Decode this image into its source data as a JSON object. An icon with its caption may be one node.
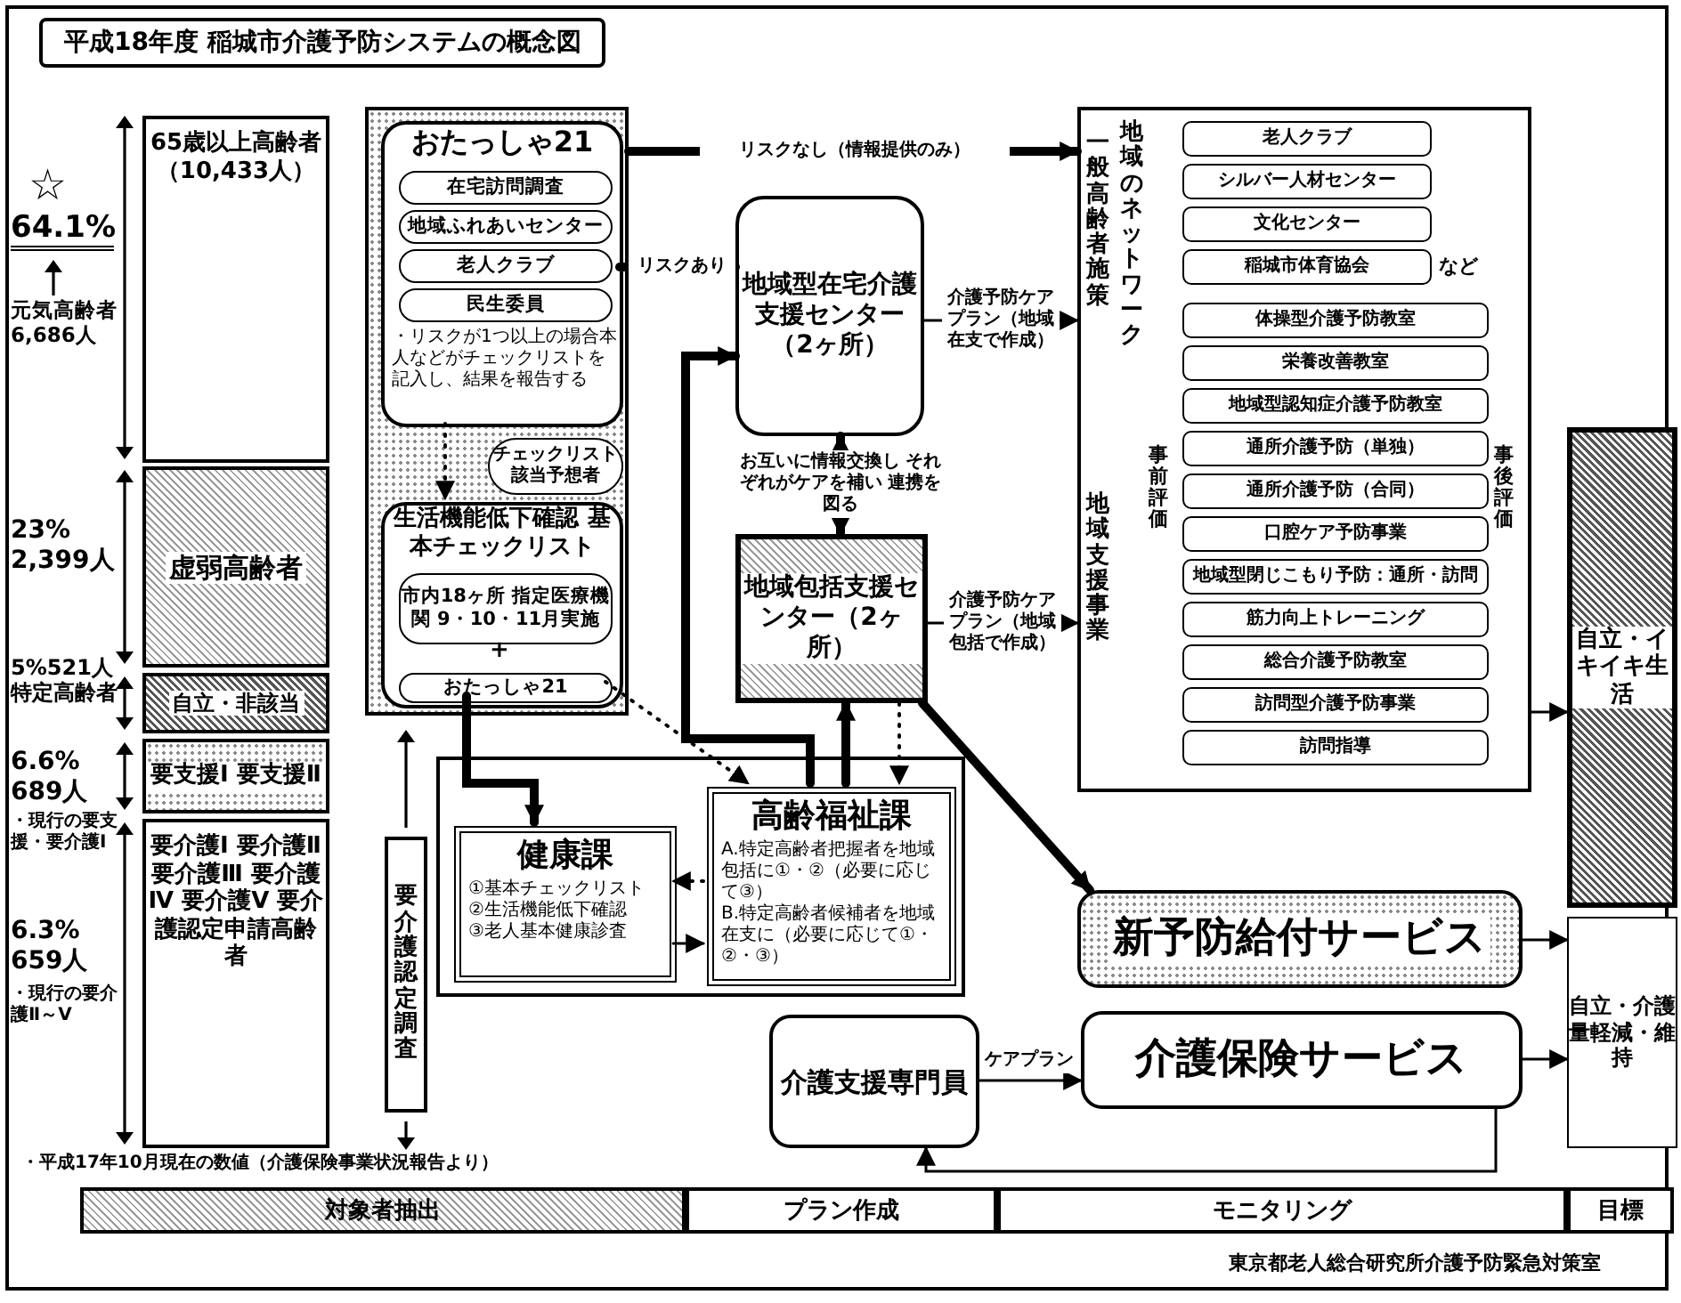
{
  "diagram": {
    "title": "平成18年度 稲城市介護予防システムの概念図",
    "nodes": [
      {
        "text": [
          "65歳以上高齢者（10,433人）"
        ]
      },
      {
        "text": [
          "虚弱高齢者"
        ]
      },
      {
        "text": [
          "自立・非該当"
        ]
      },
      {
        "text": [
          "要支援Ⅰ 要支援Ⅱ"
        ]
      },
      {
        "text": [
          "要介護Ⅰ 要介護Ⅱ 要介護Ⅲ 要介護Ⅳ 要介護Ⅴ 要介護認定申請高齢者"
        ]
      },
      {
        "text": [],
        "shape": "box"
      },
      {
        "text": [
          "おたっしゃ21",
          "・リスクが1つ以上の場合本人などがチェックリストを記入し、結果を報告する"
        ],
        "in": 5
      },
      {
        "text": [
          "在宅訪問調査"
        ],
        "in": 6
      },
      {
        "text": [
          "地域ふれあいセンター"
        ],
        "in": 6
      },
      {
        "text": [
          "老人クラブ"
        ],
        "in": 6
      },
      {
        "text": [
          "民生委員"
        ],
        "in": 6
      },
      {
        "text": [
          "チェックリスト該当予想者"
        ],
        "in": 5
      },
      {
        "text": [
          "生活機能低下確認 基本チェックリスト"
        ],
        "in": 5
      },
      {
        "text": [
          "市内18ヶ所 指定医療機関 9・10・11月実施"
        ],
        "in": 12
      },
      {
        "text": [
          "おたっしゃ21"
        ],
        "in": 12
      },
      {
        "text": [
          "要介護認定調査"
        ]
      },
      {
        "text": [
          "地域型在宅介護支援センター（2ヶ所）"
        ]
      },
      {
        "text": [
          "地域包括支援センター（2ヶ所）"
        ]
      },
      {
        "text": [],
        "shape": "box"
      },
      {
        "text": [
          "健康課",
          "①基本チェックリスト",
          "②生活機能低下確認",
          "③老人基本健康診査"
        ],
        "in": 18
      },
      {
        "text": [
          "高齢福祉課",
          "A.特定高齢者把握者を地域包括に①・②（必要に応じて③）",
          "B.特定高齢者候補者を地域在支に（必要に応じて①・②・③）"
        ],
        "in": 18
      },
      {
        "text": [
          "一般高齢者施策",
          "地域のネットワーク",
          "地域支援事業"
        ]
      },
      {
        "text": [
          "老人クラブ"
        ],
        "in": 21
      },
      {
        "text": [
          "シルバー人材センター"
        ],
        "in": 21
      },
      {
        "text": [
          "文化センター"
        ],
        "in": 21
      },
      {
        "text": [
          "稲城市体育協会"
        ],
        "in": 21,
        "beside": [
          "など"
        ]
      },
      {
        "text": [
          "体操型介護予防教室"
        ],
        "in": 21
      },
      {
        "text": [
          "栄養改善教室"
        ],
        "in": 21
      },
      {
        "text": [
          "地域型認知症介護予防教室"
        ],
        "in": 21
      },
      {
        "text": [
          "通所介護予防（単独）"
        ],
        "in": 21
      },
      {
        "text": [
          "通所介護予防（合同）"
        ],
        "in": 21
      },
      {
        "text": [
          "口腔ケア予防事業"
        ],
        "in": 21
      },
      {
        "text": [
          "地域型閉じこもり予防：通所・訪問"
        ],
        "in": 21
      },
      {
        "text": [
          "筋力向上トレーニング"
        ],
        "in": 21
      },
      {
        "text": [
          "総合介護予防教室"
        ],
        "in": 21
      },
      {
        "text": [
          "訪問型介護予防事業"
        ],
        "in": 21
      },
      {
        "text": [
          "訪問指導"
        ],
        "in": 21
      },
      {
        "text": [
          "新予防給付サービス"
        ]
      },
      {
        "text": [
          "介護保険サービス"
        ]
      },
      {
        "text": [
          "介護支援専門員"
        ]
      },
      {
        "text": [
          "自立・イキイキ生活"
        ]
      },
      {
        "text": [
          "自立・介護量軽減・維持"
        ]
      }
    ],
    "edges": [
      {
        "from": 6,
        "to": 16,
        "arrow": "to",
        "label": "リスクあり",
        "style": "thick"
      },
      {
        "from": 5,
        "to": 21,
        "arrow": "to",
        "label": "リスクなし（情報提供のみ）",
        "style": "thick"
      },
      {
        "from": 16,
        "to": 17,
        "arrow": "both",
        "label": "お互いに情報交換し それぞれがケアを補い 連携を図る",
        "style": "thick"
      },
      {
        "from": 16,
        "to": 21,
        "arrow": "to",
        "label": "介護予防ケアプラン（地域在支で作成）"
      },
      {
        "from": 17,
        "to": 21,
        "arrow": "to",
        "label": "介護予防ケアプラン（地域包括で作成）"
      },
      {
        "from": 6,
        "to": 12,
        "arrow": "to",
        "style": "dashed"
      },
      {
        "from": 14,
        "to": 19,
        "arrow": "to",
        "style": "thick"
      },
      {
        "from": 14,
        "to": 20,
        "arrow": "to",
        "style": "dashed"
      },
      {
        "from": 20,
        "to": 16,
        "arrow": "to",
        "style": "thick"
      },
      {
        "from": 20,
        "to": 17,
        "arrow": "to",
        "style": "thick"
      },
      {
        "from": 17,
        "to": 20,
        "arrow": "to",
        "style": "dashed"
      },
      {
        "from": 20,
        "to": 19,
        "arrow": "to",
        "style": "dashed"
      },
      {
        "from": 19,
        "to": 20,
        "arrow": "to"
      },
      {
        "from": 17,
        "to": 37,
        "arrow": "to",
        "style": "thick"
      },
      {
        "from": 37,
        "to": 41,
        "arrow": "to"
      },
      {
        "from": 38,
        "to": 41,
        "arrow": "to"
      },
      {
        "from": 39,
        "to": 38,
        "arrow": "to",
        "label": "ケアプラン"
      },
      {
        "from": 38,
        "to": 39,
        "arrow": "to"
      },
      {
        "from": 21,
        "to": 40,
        "arrow": "to"
      }
    ],
    "labels": [
      "☆",
      "64.1%",
      "元気高齢者 6,686人",
      "23% 2,399人",
      "5%521人特定高齢者",
      "6.6% 689人",
      "・現行の要支援・要介護Ⅰ",
      "6.3% 659人",
      "・現行の要介護Ⅱ～Ⅴ",
      "・平成17年10月現在の数値（介護保険事業状況報告より）",
      "+",
      "事前評価",
      "事後評価",
      "対象者抽出",
      "プラン作成",
      "モニタリング",
      "目標",
      "東京都老人総合研究所介護予防緊急対策室"
    ]
  }
}
